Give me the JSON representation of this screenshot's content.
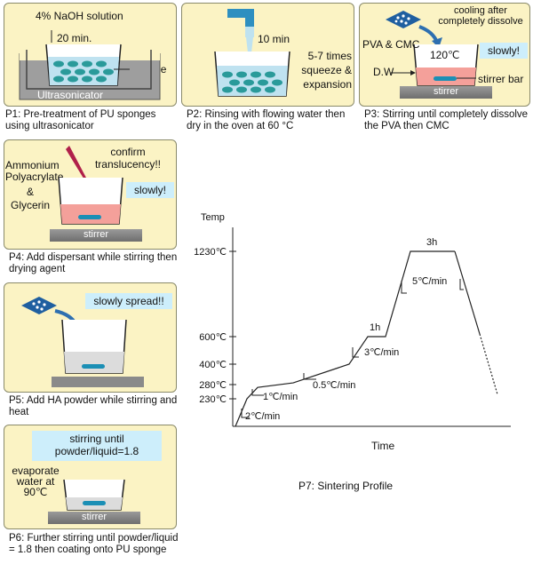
{
  "p1": {
    "title": "4% NaOH solution",
    "time": "20 min.",
    "sponge": "sponge",
    "device": "Ultrasonicator",
    "caption": "P1: Pre-treatment of PU sponges using ultrasonicator"
  },
  "p2": {
    "time": "10 min",
    "note": "5-7 times squeeze & expansion",
    "caption": "P2: Rinsing with flowing water then dry in the oven at 60 °C"
  },
  "p3": {
    "cooling": "cooling after completely dissolve",
    "reagents": "PVA & CMC",
    "temp": "120℃",
    "slowly": "slowly!",
    "dw": "D.W",
    "stirbar": "stirrer bar",
    "stirrer": "stirrer",
    "caption": "P3: Stirring until completely dissolve the PVA then CMC"
  },
  "p4": {
    "reagent1": "Ammonium Polyacrylate",
    "amp": "&",
    "reagent2": "Glycerin",
    "confirm": "confirm translucency!!",
    "slowly": "slowly!",
    "stirrer": "stirrer",
    "caption": "P4: Add dispersant while stirring then drying agent"
  },
  "p5": {
    "note": "slowly spread!!",
    "caption": "P5: Add HA powder while stirring and heat"
  },
  "p6": {
    "note": "stirring until powder/liquid=1.8",
    "evap": "evaporate water at 90℃",
    "stirrer": "stirrer",
    "caption": "P6: Further stirring until powder/liquid = 1.8 then coating onto PU sponge"
  },
  "p7": {
    "caption": "P7: Sintering Profile"
  },
  "chart_data": {
    "type": "line",
    "ylabel": "Temp",
    "xlabel": "Time",
    "y_ticks": [
      "1230℃",
      "600℃",
      "400℃",
      "280℃",
      "230℃"
    ],
    "profile_temps": [
      0,
      230,
      280,
      400,
      600,
      600,
      1230,
      1230
    ],
    "rate_labels": [
      "2℃/min",
      "1℃/min",
      "0.5℃/min",
      "3℃/min",
      "5℃/min"
    ],
    "hold_labels": [
      "1h",
      "3h"
    ]
  }
}
